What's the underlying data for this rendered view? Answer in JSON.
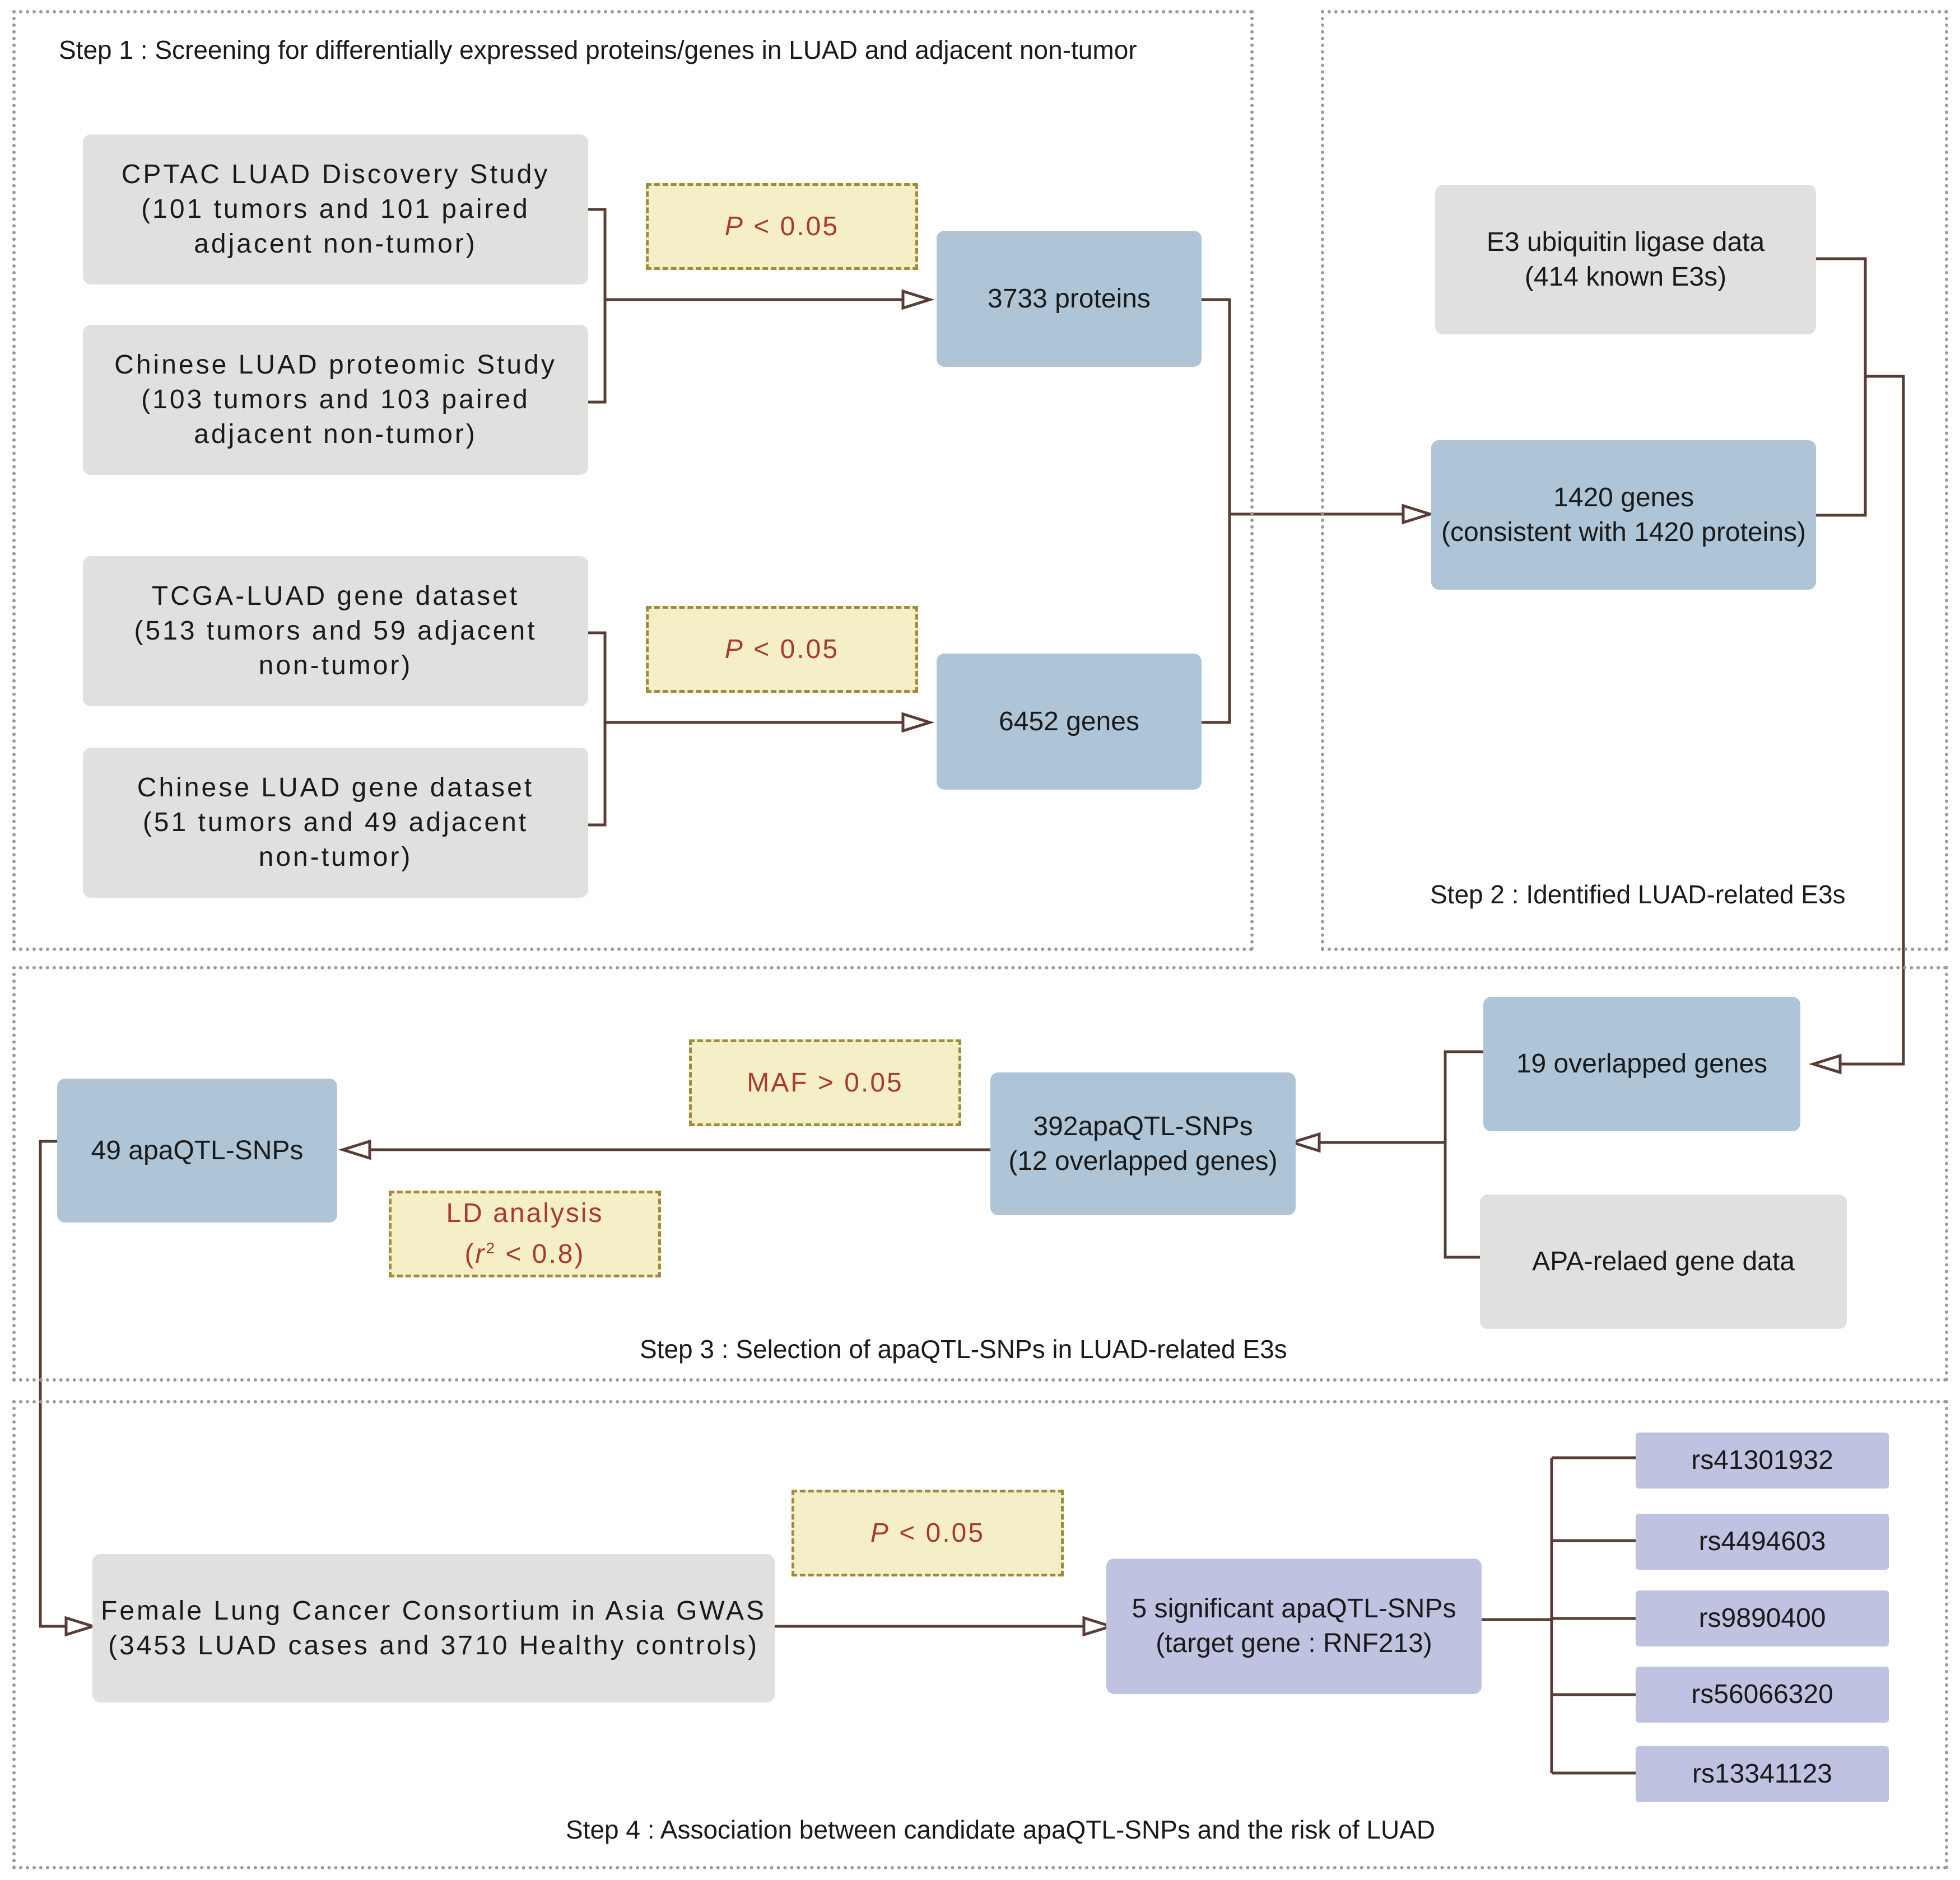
{
  "colors": {
    "grey_box": "#e0e0de",
    "blue_box": "#aec5d8",
    "purple_box": "#c0c2e2",
    "criterion_fill": "#f5efc8",
    "criterion_border": "#a08a3c",
    "criterion_text": "#a83a2e",
    "connector": "#5a3c36",
    "panel_border": "#9a9a9a"
  },
  "steps": {
    "step1": "Step 1 : Screening for differentially expressed proteins/genes  in LUAD and adjacent non-tumor",
    "step2": "Step 2 : Identified LUAD-related E3s",
    "step3": "Step 3 :  Selection of apaQTL-SNPs in LUAD-related E3s",
    "step4": "Step 4 : Association between candidate apaQTL-SNPs and the risk of LUAD"
  },
  "sources": {
    "cptac": [
      "CPTAC LUAD Discovery Study",
      "(101 tumors and 101 paired",
      "adjacent non-tumor)"
    ],
    "chinese_proteomic": [
      "Chinese LUAD proteomic Study",
      "(103 tumors and 103 paired",
      "adjacent non-tumor)"
    ],
    "tcga": [
      "TCGA-LUAD gene dataset",
      "(513 tumors and 59 adjacent",
      "non-tumor)"
    ],
    "chinese_gene": [
      "Chinese LUAD gene dataset",
      "(51 tumors and 49 adjacent",
      "non-tumor)"
    ],
    "e3_data": [
      "E3 ubiquitin ligase data",
      "(414 known E3s)"
    ],
    "apa_data": "APA-relaed gene data",
    "gwas": [
      "Female Lung Cancer Consortium in Asia GWAS",
      "(3453 LUAD cases and 3710 Healthy controls)"
    ]
  },
  "results": {
    "proteins": "3733 proteins",
    "genes": "6452 genes",
    "genes_1420": [
      "1420 genes",
      "(consistent with 1420 proteins)"
    ],
    "overlapped_19": "19 overlapped genes",
    "snps_392": [
      "392apaQTL-SNPs",
      "(12 overlapped genes)"
    ],
    "snps_49": "49 apaQTL-SNPs",
    "significant_5": [
      "5 significant apaQTL-SNPs",
      "(target gene : RNF213)"
    ]
  },
  "criteria": {
    "p_symbol": "P",
    "p_value": " < 0.05",
    "maf": "MAF > 0.05",
    "ld_line1": "LD analysis",
    "ld_r": "r",
    "ld_sup": "2",
    "ld_rest": " < 0.8)"
  },
  "snp_list": [
    "rs41301932",
    "rs4494603",
    "rs9890400",
    "rs56066320",
    "rs13341123"
  ]
}
